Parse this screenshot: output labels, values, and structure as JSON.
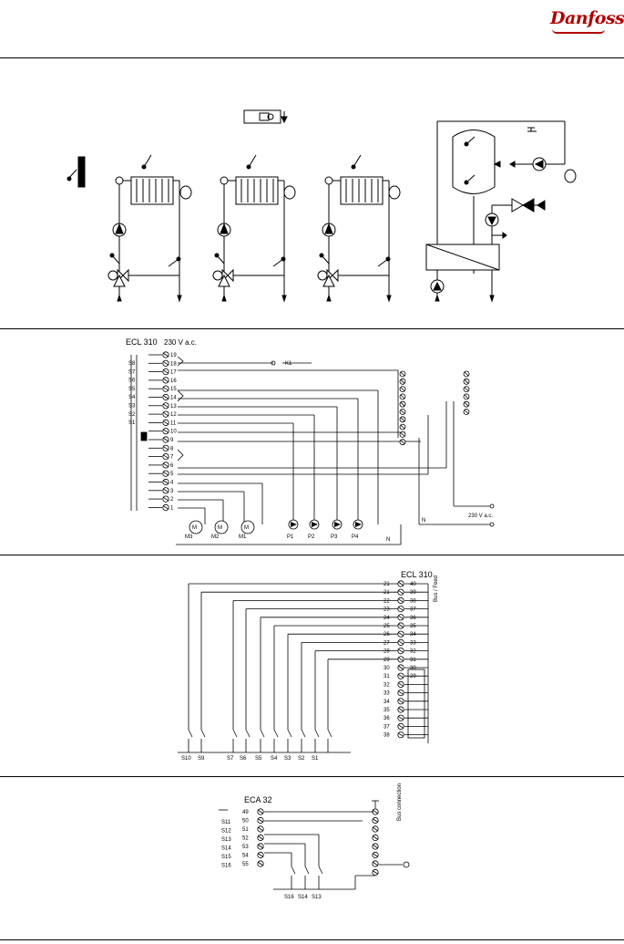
{
  "header": {
    "brand": "Danfoss"
  },
  "wiring": {
    "controller": "ECL 310",
    "supply": "230 V a.c.",
    "left_labels": [
      "S8",
      "S7",
      "S6",
      "S5",
      "S4",
      "S3",
      "S2",
      "S1"
    ],
    "left_terminals": [
      "19",
      "18",
      "17",
      "16",
      "15",
      "14",
      "13",
      "12",
      "11",
      "10",
      "9",
      "8",
      "7",
      "6",
      "5",
      "4",
      "3",
      "2",
      "1"
    ],
    "actuators": [
      "M3",
      "M2",
      "M1"
    ],
    "pumps": [
      "P1",
      "P2",
      "P3",
      "P4"
    ],
    "neutral": "N",
    "mains": "230 V a.c.",
    "relay_label": "K1"
  },
  "sensors": {
    "controller": "ECL 310",
    "terminals": [
      "21",
      "21",
      "22",
      "23",
      "24",
      "25",
      "26",
      "27",
      "28",
      "29",
      "30",
      "31",
      "32",
      "33",
      "34",
      "35",
      "36",
      "37",
      "38"
    ],
    "right_terminals": [
      "40",
      "39",
      "38",
      "37",
      "36",
      "35",
      "34",
      "33",
      "32",
      "31",
      "30",
      "29"
    ],
    "bottom_labels": [
      "S10",
      "S9",
      "S7",
      "S6",
      "S5",
      "S4",
      "S3",
      "S2",
      "S1"
    ],
    "side_label": "Bus / Feed"
  },
  "eca": {
    "model": "ECA 32",
    "left_labels": [
      "S11",
      "S12",
      "S13",
      "S14",
      "S15",
      "S16"
    ],
    "terminals": [
      "49",
      "50",
      "51",
      "52",
      "53",
      "54",
      "55"
    ],
    "bottom_labels": [
      "S16",
      "S14",
      "S13"
    ],
    "side_label": "Bus connection"
  }
}
